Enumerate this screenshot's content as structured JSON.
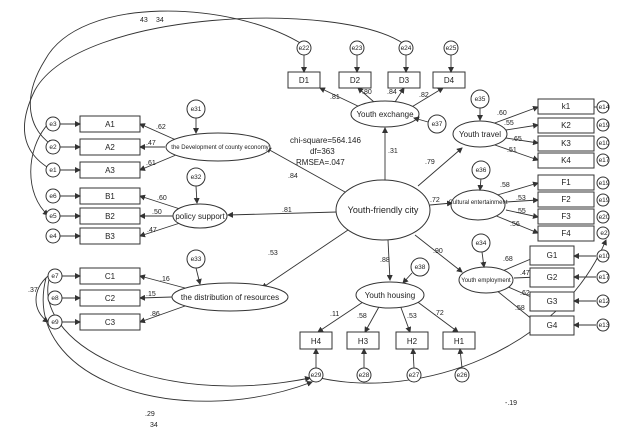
{
  "fit": {
    "chi_square": "chi-square=564.146",
    "df": "df=363",
    "rmsea": "RMSEA=.047"
  },
  "latents": {
    "center": "Youth-friendly city",
    "county_dev": "the Development of county economy",
    "policy": "policy support",
    "resources": "the distribution of resources",
    "exchange": "Youth exchange",
    "travel": "Youth travel",
    "culture": "Cultural entertainment",
    "employment": "Youth employment",
    "housing": "Youth housing"
  },
  "indicators": {
    "A1": "A1",
    "A2": "A2",
    "A3": "A3",
    "B1": "B1",
    "B2": "B2",
    "B3": "B3",
    "C1": "C1",
    "C2": "C2",
    "C3": "C3",
    "D1": "D1",
    "D2": "D2",
    "D3": "D3",
    "D4": "D4",
    "k1": "k1",
    "K2": "K2",
    "K3": "K3",
    "K4": "K4",
    "F1": "F1",
    "F2": "F2",
    "F3": "F3",
    "F4": "F4",
    "G1": "G1",
    "G2": "G2",
    "G3": "G3",
    "G4": "G4",
    "H1": "H1",
    "H2": "H2",
    "H3": "H3",
    "H4": "H4"
  },
  "errors": {
    "e31": "e31",
    "e32": "e32",
    "e33": "e33",
    "e34": "e34",
    "e35": "e35",
    "e36": "e36",
    "e37": "e37",
    "e38": "e38",
    "e3": "e3",
    "e2": "e2",
    "e1": "e1",
    "e6": "e6",
    "e5": "e5",
    "e4": "e4",
    "e7": "e7",
    "e8": "e8",
    "e9": "e9",
    "e22": "e22",
    "e23": "e23",
    "e24": "e24",
    "e25": "e25",
    "e14": "e14",
    "e19a": "e19",
    "e10": "e10",
    "e17": "e17",
    "e19b": "e19",
    "e19c": "e19",
    "e20": "e20",
    "e2r": "e2",
    "e10r": "e10",
    "e17r": "e17",
    "e12": "e12",
    "e13": "e13",
    "e29": "e29",
    "e28": "e28",
    "e27": "e27",
    "e26": "e26"
  },
  "paths": {
    "county_dev": ".84",
    "policy": ".81",
    "resources": ".53",
    "exchange": ".31",
    "travel": ".79",
    "culture": ".72",
    "employment": ".90",
    "housing": ".88"
  },
  "loadings": {
    "A1": ".62",
    "A2": ".47",
    "A3": ".61",
    "B1": ".60",
    "B2": ".50",
    "B3": ".47",
    "C1": ".16",
    "C2": ".15",
    "C3": ".86",
    "D1": ".81",
    "D2": ".80",
    "D3": ".84",
    "D4": ".82",
    "k1": ".60",
    "K2": ".55",
    "K3": ".65",
    "K4": ".51",
    "F1": ".58",
    "F2": ".53",
    "F3": ".55",
    "F4": ".56",
    "G1": ".68",
    "G2": ".47",
    "G3": ".62",
    "G4": ".58",
    "H1": ".72",
    "H2": ".53",
    "H3": ".58",
    "H4": ".11"
  },
  "covariances": {
    "c43": "43",
    "c34a": "34",
    "c37": ".37",
    "c29": ".29",
    "c34b": "34",
    "c19": "-.19"
  }
}
